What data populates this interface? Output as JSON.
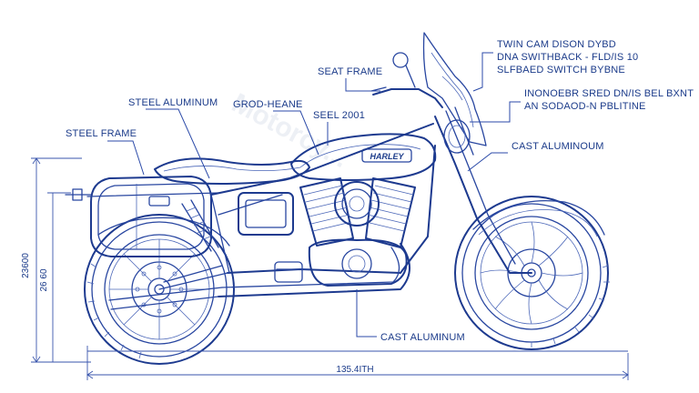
{
  "watermark": "Motorcy...",
  "callouts": {
    "top_right": [
      "TWIN CAM DISON DYBD",
      "DNA SWITHBACK - FLD/IS 10",
      "SLFBAED SWITCH BYBNE"
    ],
    "right_mid": [
      "INONOEBR SRED DN/IS BEL BXNT",
      "AN SODAOD-N PBLITINE"
    ],
    "seat_frame": "SEAT FRAME",
    "steel_aluminum": "STEEL ALUMINUM",
    "groundplane": "GROD-HEANE",
    "steel_2001": "SEEL 2001",
    "steel_frame": "STEEL FRAME",
    "cast_aluminum_upper": "CAST ALUMINOUM",
    "cast_aluminum_lower": "CAST ALUMINUM"
  },
  "tank_badge": "HARLEY",
  "dimensions": {
    "height_top": "23600",
    "height_bottom": "26 60",
    "length": "135.4ITH"
  }
}
